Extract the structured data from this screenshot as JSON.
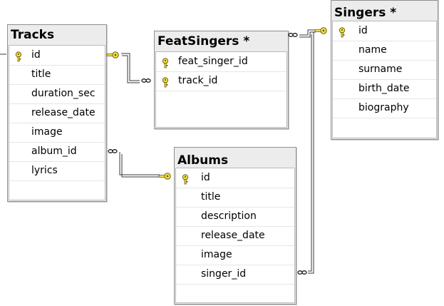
{
  "tables": {
    "tracks": {
      "title": "Tracks",
      "columns": [
        {
          "name": "id",
          "key": true
        },
        {
          "name": "title",
          "key": false
        },
        {
          "name": "duration_sec",
          "key": false
        },
        {
          "name": "release_date",
          "key": false
        },
        {
          "name": "image",
          "key": false
        },
        {
          "name": "album_id",
          "key": false
        },
        {
          "name": "lyrics",
          "key": false
        }
      ]
    },
    "feat_singers": {
      "title": "FeatSingers *",
      "columns": [
        {
          "name": "feat_singer_id",
          "key": true
        },
        {
          "name": "track_id",
          "key": true
        }
      ]
    },
    "singers": {
      "title": "Singers *",
      "columns": [
        {
          "name": "id",
          "key": true
        },
        {
          "name": "name",
          "key": false
        },
        {
          "name": "surname",
          "key": false
        },
        {
          "name": "birth_date",
          "key": false
        },
        {
          "name": "biography",
          "key": false
        }
      ]
    },
    "albums": {
      "title": "Albums",
      "columns": [
        {
          "name": "id",
          "key": true
        },
        {
          "name": "title",
          "key": false
        },
        {
          "name": "description",
          "key": false
        },
        {
          "name": "release_date",
          "key": false
        },
        {
          "name": "image",
          "key": false
        },
        {
          "name": "singer_id",
          "key": false
        }
      ]
    }
  },
  "colors": {
    "key_fill": "#f2e34a",
    "key_stroke": "#6a5d00",
    "line": "#3a3a3a",
    "header_bg": "#ececec"
  },
  "icons": {
    "primary_key": "key-icon",
    "one_end": "key-icon",
    "many_end": "infinity-icon"
  }
}
